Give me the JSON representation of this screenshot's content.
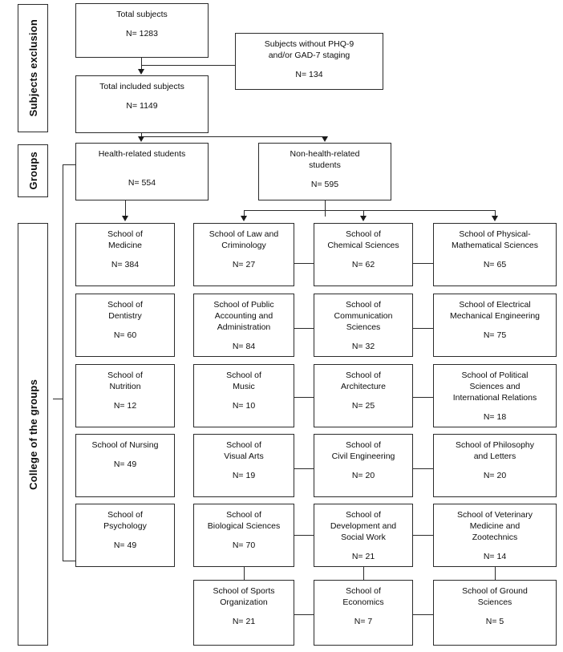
{
  "sidebar": {
    "sections": [
      {
        "id": "subjects-exclusion",
        "label": "Subjects exclusion"
      },
      {
        "id": "groups",
        "label": "Groups"
      },
      {
        "id": "college-of-the-groups",
        "label": "College of the groups"
      }
    ]
  },
  "flow": {
    "total_subjects": {
      "title": "Total subjects",
      "n": "N= 1283"
    },
    "excluded": {
      "title": "Subjects without PHQ-9\nand/or GAD-7 staging",
      "n": "N= 134"
    },
    "total_included": {
      "title": "Total included  subjects",
      "n": "N= 1149"
    },
    "health_group": {
      "title": "Health-related students",
      "n": "N= 554"
    },
    "nonhealth_group": {
      "title": "Non-health-related\nstudents",
      "n": "N= 595"
    }
  },
  "health_schools": [
    {
      "title": "School of\nMedicine",
      "n": "N= 384"
    },
    {
      "title": "School of\nDentistry",
      "n": "N= 60"
    },
    {
      "title": "School of\nNutrition",
      "n": "N= 12"
    },
    {
      "title": "School of Nursing",
      "n": "N= 49"
    },
    {
      "title": "School of\nPsychology",
      "n": "N= 49"
    }
  ],
  "nonhealth_col1": [
    {
      "title": "School of Law and\nCriminology",
      "n": "N= 27"
    },
    {
      "title": "School of Public\nAccounting and\nAdministration",
      "n": "N= 84"
    },
    {
      "title": "School of\nMusic",
      "n": "N= 10"
    },
    {
      "title": "School of\nVisual Arts",
      "n": "N= 19"
    },
    {
      "title": "School of\nBiological Sciences",
      "n": "N= 70"
    },
    {
      "title": "School of Sports\nOrganization",
      "n": "N= 21"
    }
  ],
  "nonhealth_col2": [
    {
      "title": "School of\nChemical Sciences",
      "n": "N= 62"
    },
    {
      "title": "School of\nCommunication\nSciences",
      "n": "N= 32"
    },
    {
      "title": "School of\nArchitecture",
      "n": "N= 25"
    },
    {
      "title": "School of\nCivil Engineering",
      "n": "N= 20"
    },
    {
      "title": "School of\nDevelopment  and\nSocial Work",
      "n": "N= 21"
    },
    {
      "title": "School of\nEconomics",
      "n": "N= 7"
    }
  ],
  "nonhealth_col3": [
    {
      "title": "School of Physical-\nMathematical Sciences",
      "n": "N= 65"
    },
    {
      "title": "School of Electrical\nMechanical Engineering",
      "n": "N= 75"
    },
    {
      "title": "School of Political\nSciences and\nInternational Relations",
      "n": "N= 18"
    },
    {
      "title": "School of Philosophy\nand Letters",
      "n": "N= 20"
    },
    {
      "title": "School of Veterinary\nMedicine and\nZootechnics",
      "n": "N= 14"
    },
    {
      "title": "School of Ground\nSciences",
      "n": "N= 5"
    }
  ],
  "colors": {
    "line": "#2b2b2b",
    "box_border": "#2b2b2b",
    "background": "#ffffff",
    "text": "#0d0d0d"
  }
}
